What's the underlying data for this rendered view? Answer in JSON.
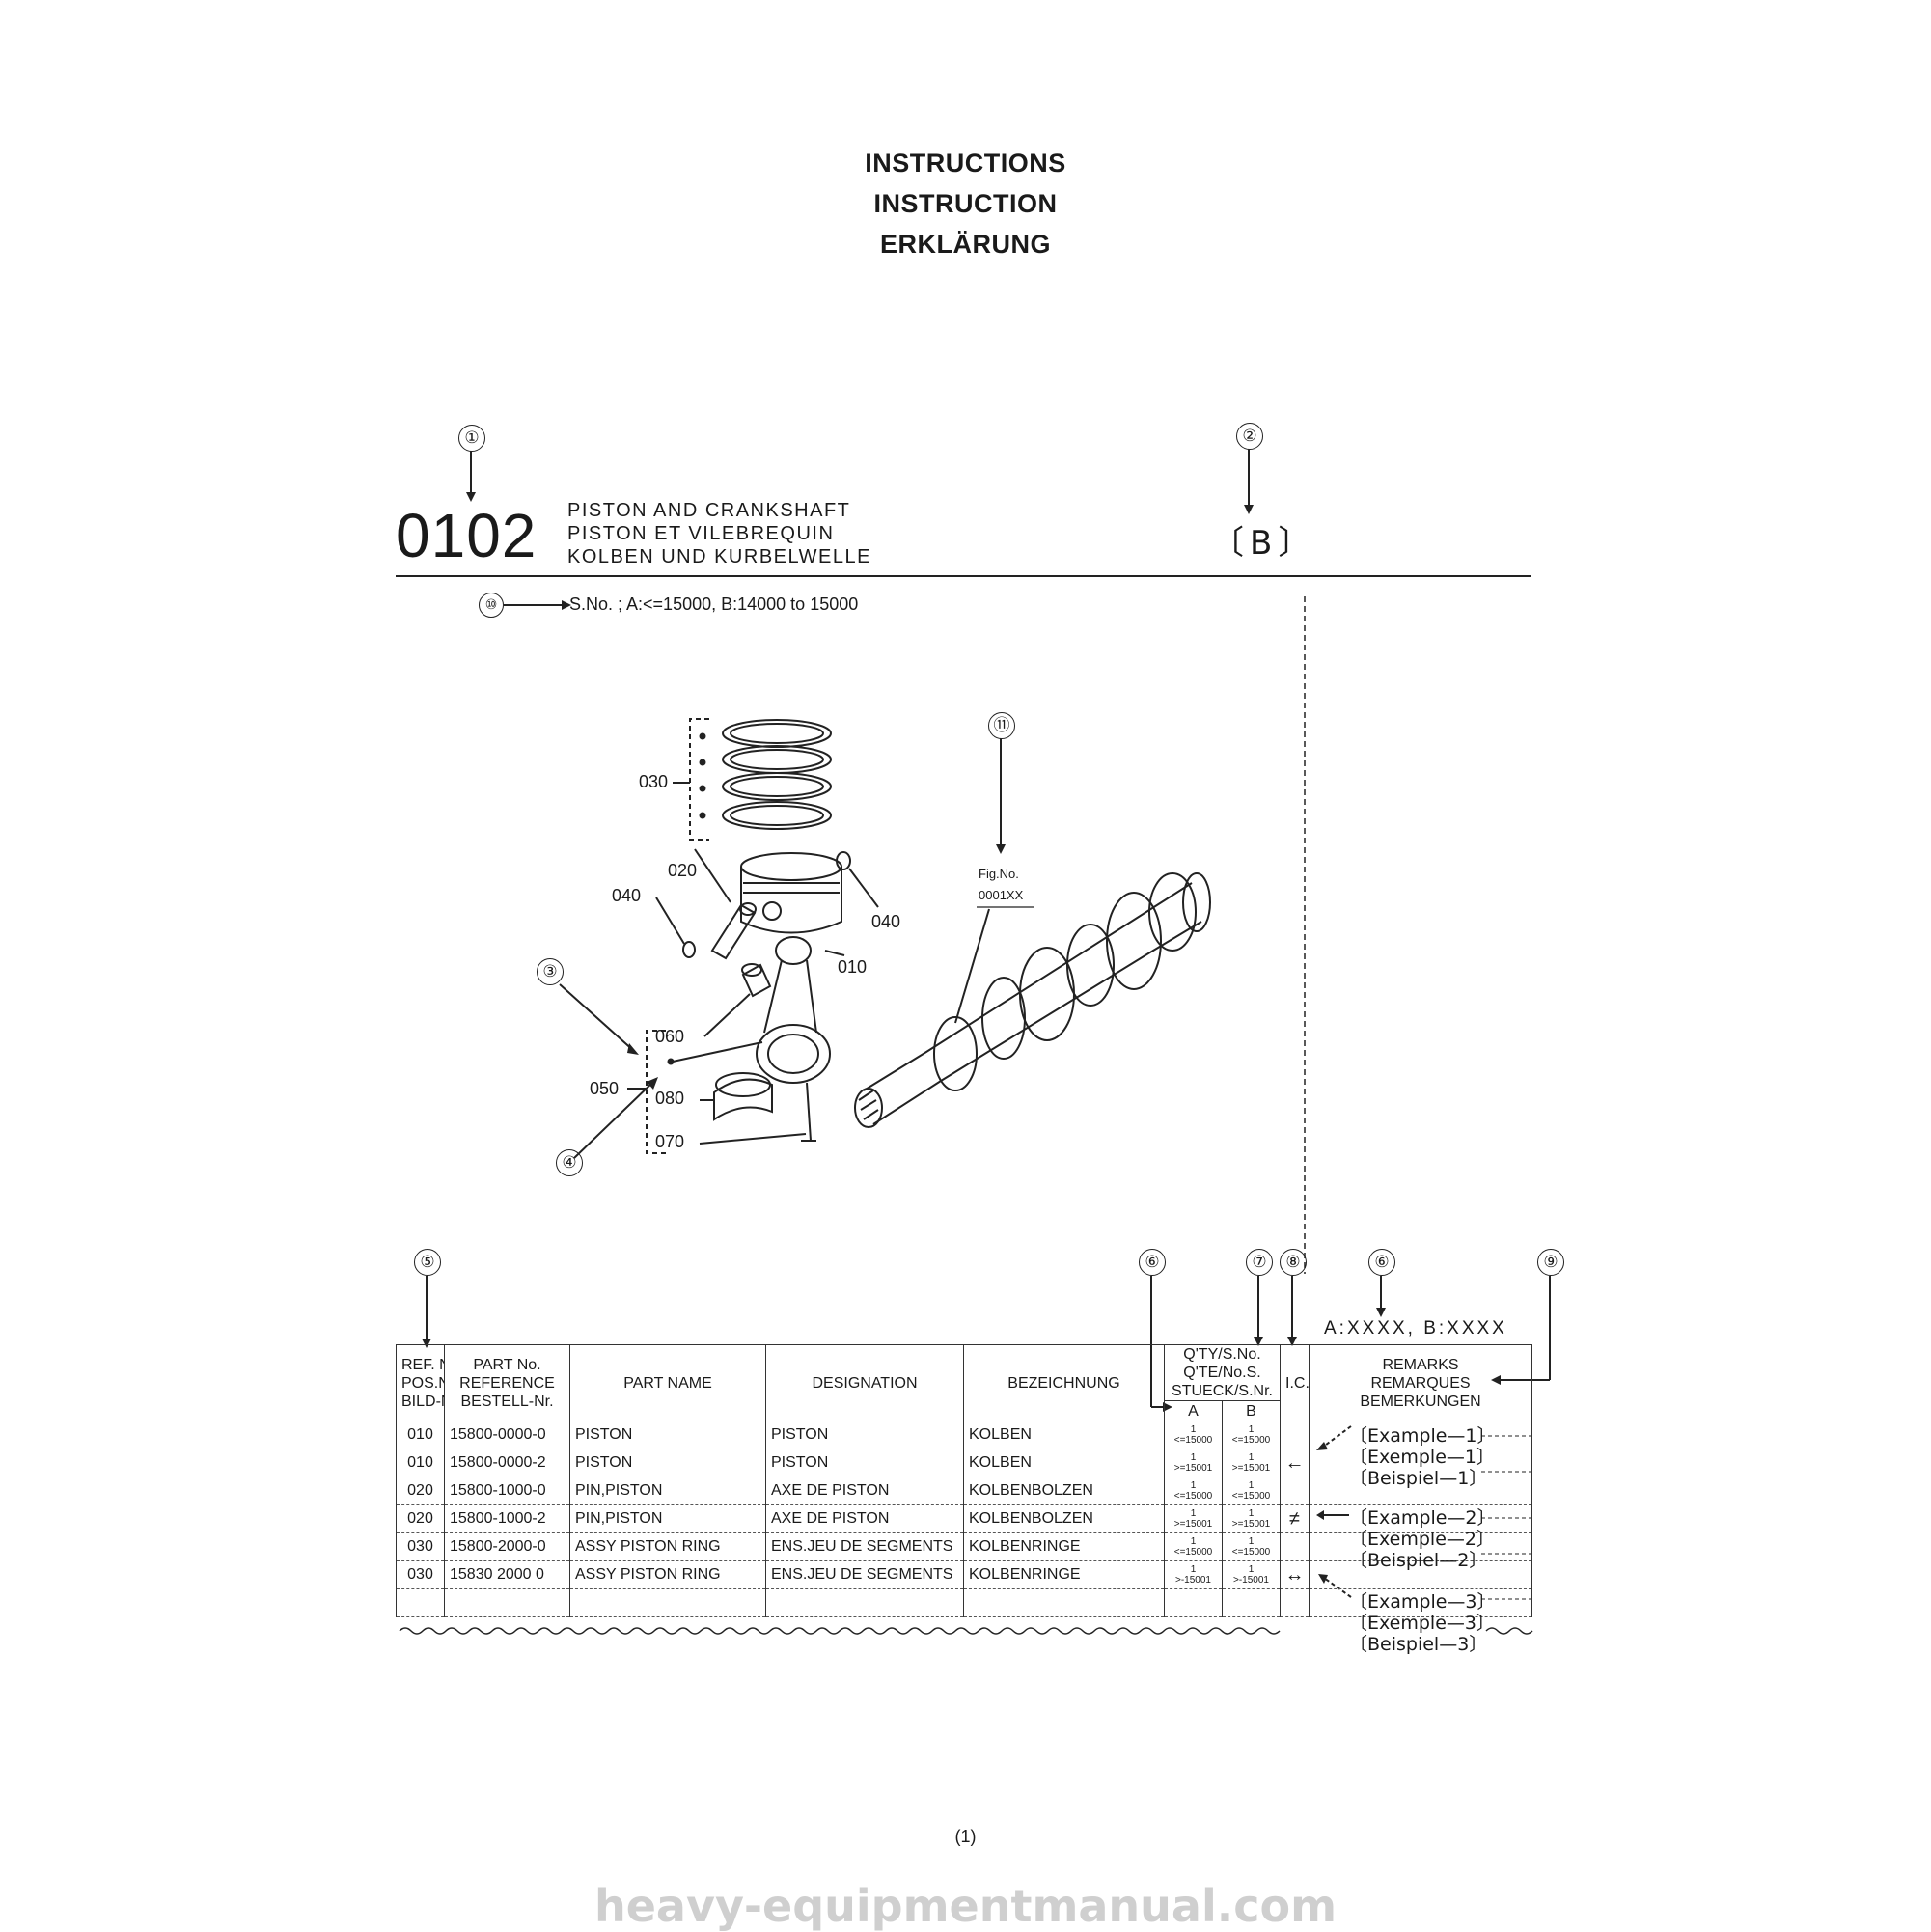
{
  "header": {
    "line1": "INSTRUCTIONS",
    "line2": "INSTRUCTION",
    "line3": "ERKLÄRUNG"
  },
  "callouts": {
    "c1": "①",
    "c2": "②",
    "c3": "③",
    "c4": "④",
    "c5": "⑤",
    "c6": "⑥",
    "c7": "⑦",
    "c8": "⑧",
    "c9": "⑨",
    "c10": "⑩",
    "c11": "⑪"
  },
  "section": {
    "number": "0102",
    "name_en": "PISTON AND CRANKSHAFT",
    "name_fr": "PISTON ET VILEBREQUIN",
    "name_de": "KOLBEN UND KURBELWELLE",
    "model": "〔B〕"
  },
  "serial_note": "S.No. ; A:<=15000, B:14000 to 15000",
  "figure": {
    "labels": {
      "l030": "030",
      "l020": "020",
      "l040a": "040",
      "l040b": "040",
      "l010": "010",
      "l060": "060",
      "l050": "050",
      "l080": "080",
      "l070": "070"
    },
    "fig_no_label": "Fig.No.",
    "fig_no_value": "0001XX"
  },
  "table": {
    "headers": {
      "ref": [
        "REF. No.",
        "POS.No.",
        "BILD-Nr."
      ],
      "part": [
        "PART No.",
        "REFERENCE",
        "BESTELL-Nr."
      ],
      "name": "PART NAME",
      "designation": "DESIGNATION",
      "bezeichnung": "BEZEICHNUNG",
      "qty": [
        "Q'TY/S.No.",
        "Q'TE/No.S.",
        "STUECK/S.Nr."
      ],
      "qty_a": "A",
      "qty_b": "B",
      "ic": "I.C.",
      "remarks": [
        "REMARKS",
        "REMARQUES",
        "BEMERKUNGEN"
      ]
    },
    "rows": [
      {
        "ref": "010",
        "part": "15800-0000-0",
        "name": "PISTON",
        "designation": "PISTON",
        "bezeichnung": "KOLBEN",
        "qa": "1",
        "sa": "<=15000",
        "qb": "1",
        "sb": "<=15000",
        "ic": ""
      },
      {
        "ref": "010",
        "part": "15800-0000-2",
        "name": "PISTON",
        "designation": "PISTON",
        "bezeichnung": "KOLBEN",
        "qa": "1",
        "sa": ">=15001",
        "qb": "1",
        "sb": ">=15001",
        "ic": "←"
      },
      {
        "ref": "020",
        "part": "15800-1000-0",
        "name": "PIN,PISTON",
        "designation": "AXE DE PISTON",
        "bezeichnung": "KOLBENBOLZEN",
        "qa": "1",
        "sa": "<=15000",
        "qb": "1",
        "sb": "<=15000",
        "ic": ""
      },
      {
        "ref": "020",
        "part": "15800-1000-2",
        "name": "PIN,PISTON",
        "designation": "AXE DE PISTON",
        "bezeichnung": "KOLBENBOLZEN",
        "qa": "1",
        "sa": ">=15001",
        "qb": "1",
        "sb": ">=15001",
        "ic": "≠"
      },
      {
        "ref": "030",
        "part": "15800-2000-0",
        "name": "ASSY PISTON RING",
        "designation": "ENS.JEU DE SEGMENTS",
        "bezeichnung": "KOLBENRINGE",
        "qa": "1",
        "sa": "<=15000",
        "qb": "1",
        "sb": "<=15000",
        "ic": ""
      },
      {
        "ref": "030",
        "part": "15830 2000 0",
        "name": "ASSY PISTON RING",
        "designation": "ENS.JEU DE SEGMENTS",
        "bezeichnung": "KOLBENRINGE",
        "qa": "1",
        "sa": ">-15001",
        "qb": "1",
        "sb": ">-15001",
        "ic": "↔"
      }
    ]
  },
  "remarks_note": "A:XXXX, B:XXXX",
  "remarks_examples": [
    "〔Example—1〕",
    "〔Exemple—1〕",
    "〔Beispiel—1〕",
    "〔Example—2〕",
    "〔Exemple—2〕",
    "〔Beispiel—2〕",
    "〔Example—3〕",
    "〔Exemple—3〕",
    "〔Beispiel—3〕"
  ],
  "page_number": "(1)",
  "watermark": "heavy-equipmentmanual.com"
}
